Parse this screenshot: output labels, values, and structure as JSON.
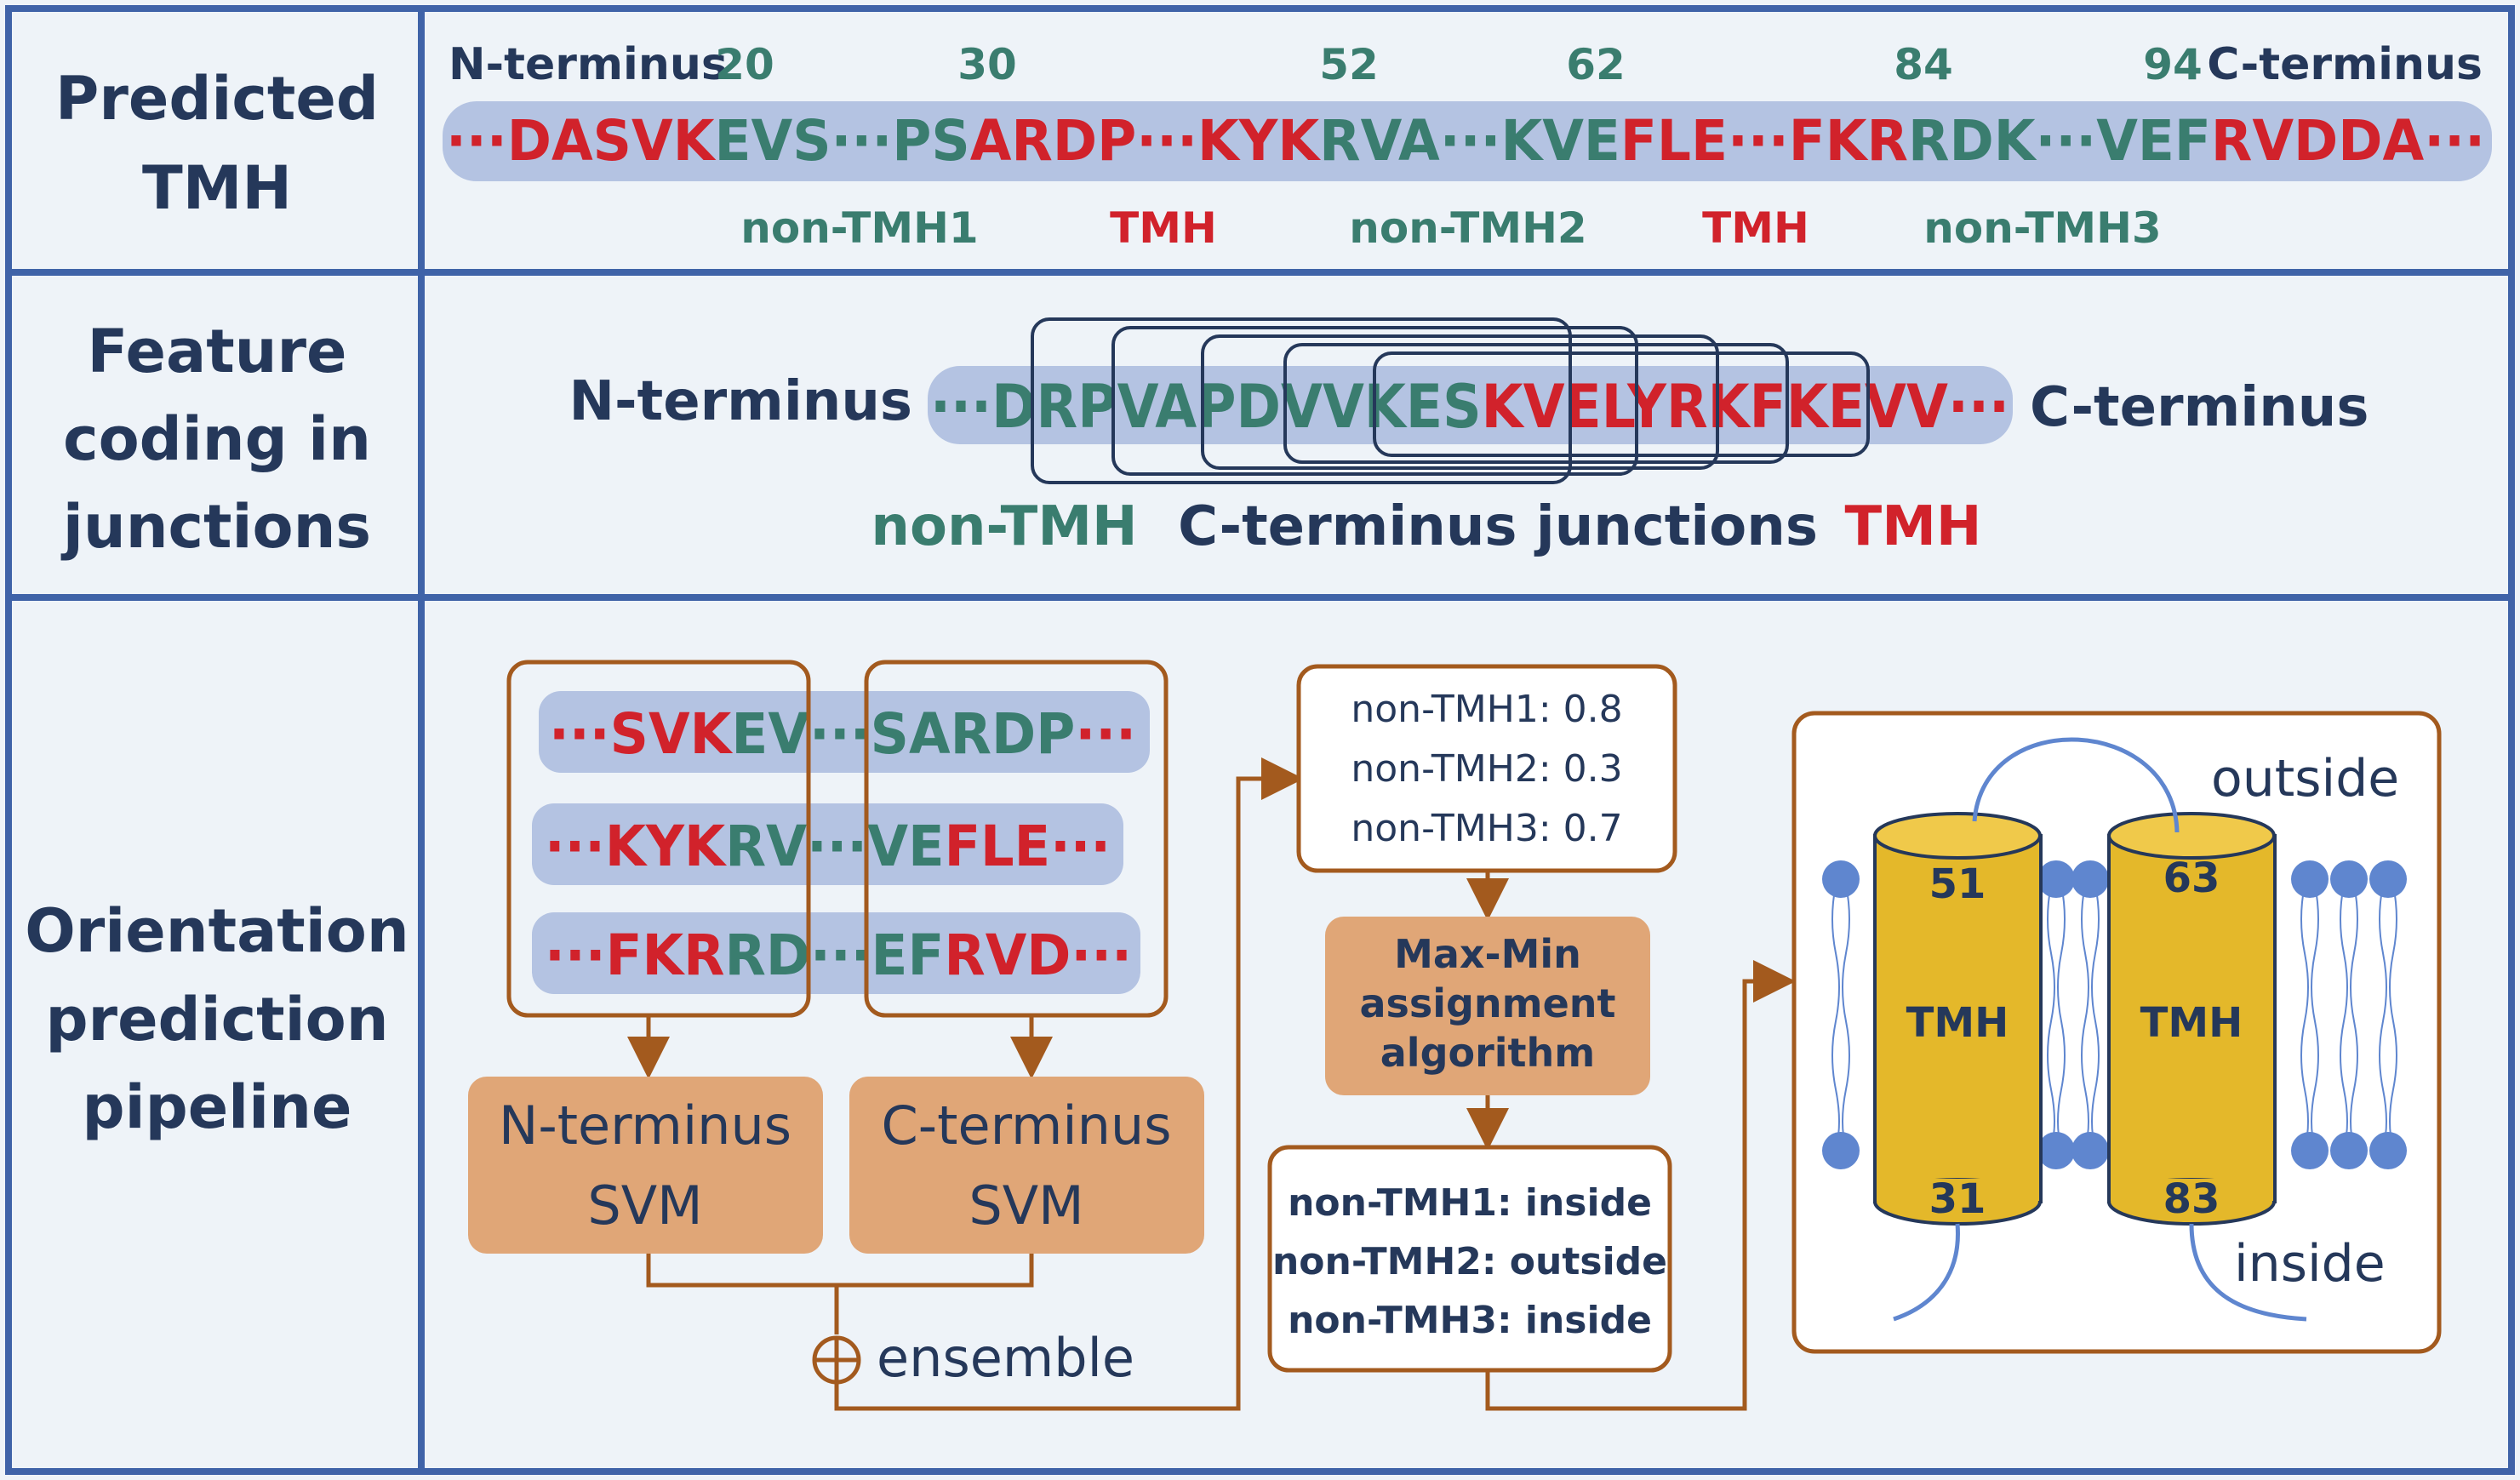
{
  "colors": {
    "frame": "#3f63a8",
    "panel_bg": "#eef3f8",
    "dark_text": "#25385a",
    "green": "#3a7d6f",
    "red": "#d1222b",
    "pill": "#b4c3e2",
    "brown": "#a35a1e",
    "svm_fill": "#e0a677",
    "cyl_fill": "#e4b82a",
    "lipid": "#5f86cf"
  },
  "rows": {
    "row1_label": [
      "Predicted",
      "TMH"
    ],
    "row2_label": [
      "Feature",
      "coding in",
      "junctions"
    ],
    "row3_label": [
      "Orientation",
      "prediction",
      "pipeline"
    ]
  },
  "predicted": {
    "n_terminus": "N-terminus",
    "c_terminus": "C-terminus",
    "positions": [
      "20",
      "30",
      "52",
      "62",
      "84",
      "94"
    ],
    "sequence": [
      {
        "t": "···DASVK",
        "c": "red"
      },
      {
        "t": "EVS···PS",
        "c": "green"
      },
      {
        "t": "ARDP···KYK",
        "c": "red"
      },
      {
        "t": "RVA···KVE",
        "c": "green"
      },
      {
        "t": "FLE···FKR",
        "c": "red"
      },
      {
        "t": "RDK···VEF",
        "c": "green"
      },
      {
        "t": "RVDDA···",
        "c": "red"
      }
    ],
    "segment_labels": [
      {
        "t": "non-TMH1",
        "c": "green"
      },
      {
        "t": "TMH",
        "c": "red"
      },
      {
        "t": "non-TMH2",
        "c": "green"
      },
      {
        "t": "TMH",
        "c": "red"
      },
      {
        "t": "non-TMH3",
        "c": "green"
      }
    ]
  },
  "feature": {
    "n_terminus": "N-terminus",
    "c_terminus": "C-terminus",
    "sequence": [
      {
        "t": "···DRPVAPDVVKES",
        "c": "green"
      },
      {
        "t": "KVELYRKFKEVV···",
        "c": "red"
      }
    ],
    "non_tmh": "non-TMH",
    "junctions": "C-terminus junctions",
    "tmh": "TMH"
  },
  "pipeline": {
    "rows": [
      {
        "left_red": "···SVK",
        "left_green": "EV···",
        "right_green": "SARDP",
        "right_red": "···"
      },
      {
        "left_red": "···KYK",
        "left_green": "RV···",
        "right_green": "VE",
        "right_red": "FLE···"
      },
      {
        "left_red": "···FKR",
        "left_green": "RD···",
        "right_green": "EF",
        "right_red": "RVD···"
      }
    ],
    "n_svm": [
      "N-terminus",
      "SVM"
    ],
    "c_svm": [
      "C-terminus",
      "SVM"
    ],
    "ensemble": "ensemble",
    "scores": [
      "non-TMH1: 0.8",
      "non-TMH2: 0.3",
      "non-TMH3: 0.7"
    ],
    "algorithm": [
      "Max-Min",
      "assignment",
      "algorithm"
    ],
    "assignments": [
      "non-TMH1: inside",
      "non-TMH2: outside",
      "non-TMH3: inside"
    ],
    "membrane": {
      "outside": "outside",
      "inside": "inside",
      "helix1": {
        "top": "51",
        "label": "TMH",
        "bottom": "31"
      },
      "helix2": {
        "top": "63",
        "label": "TMH",
        "bottom": "83"
      }
    }
  }
}
